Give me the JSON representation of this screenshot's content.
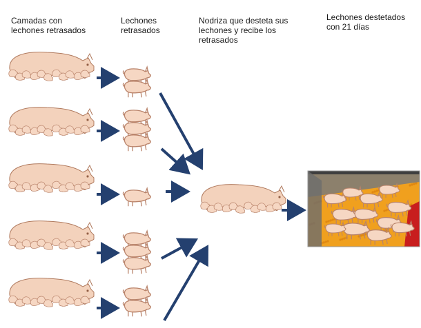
{
  "labels": {
    "litters": "Camadas con\nlechones retrasados",
    "runt_piglets": "Lechones\nretrasados",
    "nurse_sow": "Nodriza que desteta sus\nlechones y recibe los\nretrasados",
    "weaned": "Lechones destetados\ncon 21 días"
  },
  "colors": {
    "arrow": "#24406f",
    "sow_body": "#f3d2bc",
    "sow_outline": "#b07a5e",
    "piglet_body": "#f6d7c3",
    "piglet_outline": "#b9836a",
    "pen_floor": "#f0a01e",
    "pen_wall": "#7a7a7a",
    "pen_feeder": "#c81e1e"
  },
  "rows": [
    {
      "litter": "litter-1",
      "runt_count": 2
    },
    {
      "litter": "litter-2",
      "runt_count": 3
    },
    {
      "litter": "litter-3",
      "runt_count": 1
    },
    {
      "litter": "litter-4",
      "runt_count": 3
    },
    {
      "litter": "litter-5",
      "runt_count": 2
    }
  ],
  "icons": {
    "sow": "nursing-sow-icon",
    "piglet": "piglet-icon",
    "arrow": "arrow-right-icon",
    "pen": "weaning-pen-photo"
  }
}
